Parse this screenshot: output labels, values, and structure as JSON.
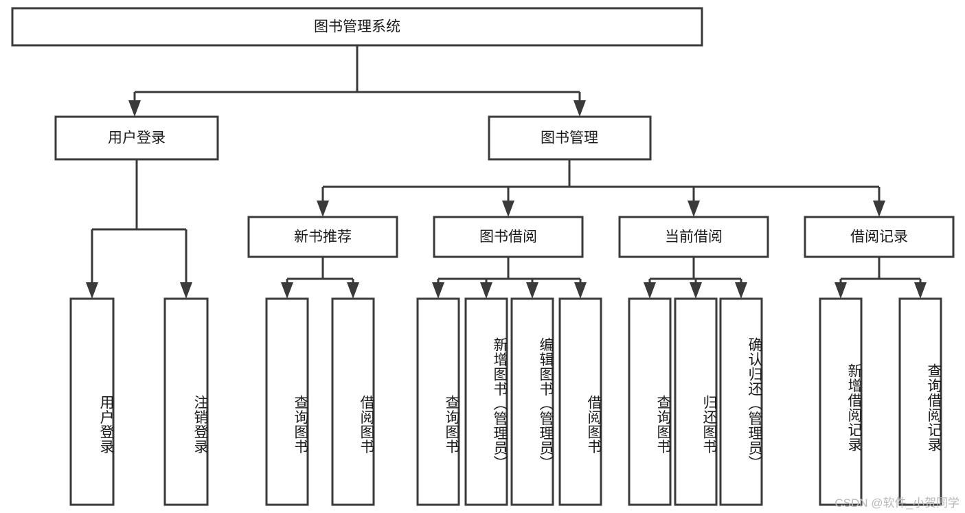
{
  "diagram": {
    "title": "图书管理系统",
    "type": "hierarchy-tree",
    "orientation": "top-down",
    "colors": {
      "box_stroke": "#3a3a3a",
      "box_fill": "#ffffff",
      "connector": "#3a3a3a",
      "text": "#1a1a1a",
      "watermark": "#b9b9b9",
      "background": "#ffffff"
    },
    "root": {
      "label": "图书管理系统"
    },
    "level2": [
      {
        "label": "用户登录"
      },
      {
        "label": "图书管理"
      }
    ],
    "level3": [
      {
        "label": "新书推荐"
      },
      {
        "label": "图书借阅"
      },
      {
        "label": "当前借阅"
      },
      {
        "label": "借阅记录"
      }
    ],
    "leaves": {
      "user_login": [
        {
          "label": "用户登录"
        },
        {
          "label": "注销登录"
        }
      ],
      "new_book_recommend": [
        {
          "label": "查询图书"
        },
        {
          "label": "借阅图书"
        }
      ],
      "book_borrow": [
        {
          "label": "查询图书"
        },
        {
          "label": "新增图书（管理员）"
        },
        {
          "label": "编辑图书（管理员）"
        },
        {
          "label": "借阅图书"
        }
      ],
      "current_borrow": [
        {
          "label": "查询图书"
        },
        {
          "label": "归还图书"
        },
        {
          "label": "确认归还（管理员）"
        }
      ],
      "borrow_record": [
        {
          "label": "新增借阅记录"
        },
        {
          "label": "查询借阅记录"
        }
      ]
    }
  },
  "watermark": {
    "text": "CSDN @软件_小贺同学"
  }
}
